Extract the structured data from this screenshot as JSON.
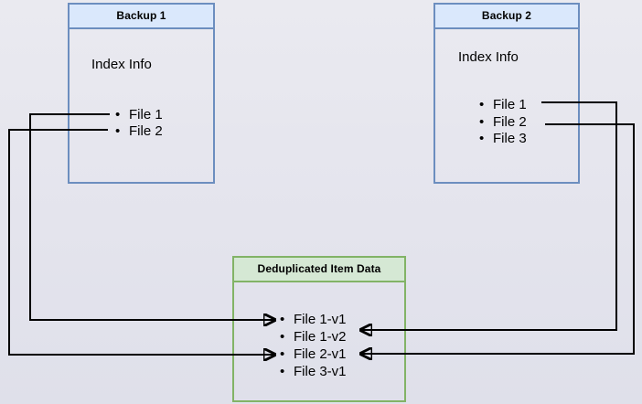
{
  "diagram": {
    "backup1": {
      "title": "Backup 1",
      "index_label": "Index Info",
      "files": [
        "File 1",
        "File 2"
      ]
    },
    "backup2": {
      "title": "Backup 2",
      "index_label": "Index Info",
      "files": [
        "File 1",
        "File 2",
        "File 3"
      ]
    },
    "dedup": {
      "title": "Deduplicated Item Data",
      "items": [
        "File 1-v1",
        "File 1-v2",
        "File 2-v1",
        "File 3-v1"
      ]
    },
    "connections": [
      {
        "from": "Backup 1 / File 1",
        "to": "File 1-v1"
      },
      {
        "from": "Backup 1 / File 2",
        "to": "File 2-v1"
      },
      {
        "from": "Backup 2 / File 1",
        "to": "File 1-v2"
      },
      {
        "from": "Backup 2 / File 2",
        "to": "File 2-v1"
      }
    ],
    "colors": {
      "backup_header_fill": "#dae8fc",
      "backup_border": "#6c8ebf",
      "dedup_header_fill": "#d5e8d4",
      "dedup_border": "#82b366",
      "connector": "#000000",
      "background_top": "#eaeaf0",
      "background_bottom": "#dfe0ea",
      "text": "#000000"
    }
  }
}
